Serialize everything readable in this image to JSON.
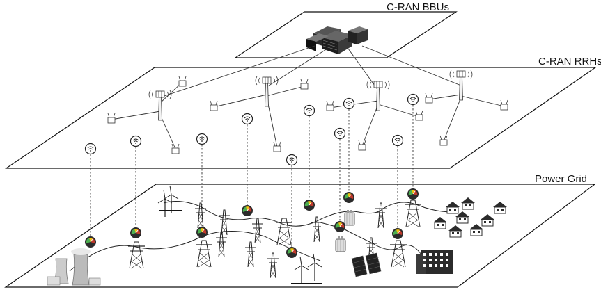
{
  "layers": {
    "bbu_label": "C-RAN BBUs",
    "rrh_label": "C-RAN RRHs",
    "grid_label": "Power Grid"
  },
  "colors": {
    "plane_stroke": "#111111",
    "meter_red": "#c0392b",
    "meter_yellow": "#f1c40f",
    "meter_green": "#4caf50",
    "building_dark": "#2b2b2b"
  },
  "icons": [
    "server-rack-icon",
    "cell-tower-icon",
    "wifi-node-icon",
    "remote-radio-icon",
    "smart-meter-icon",
    "transmission-tower-icon",
    "power-plant-icon",
    "wind-turbine-icon",
    "solar-panel-icon",
    "transformer-icon",
    "house-icon",
    "office-building-icon"
  ]
}
